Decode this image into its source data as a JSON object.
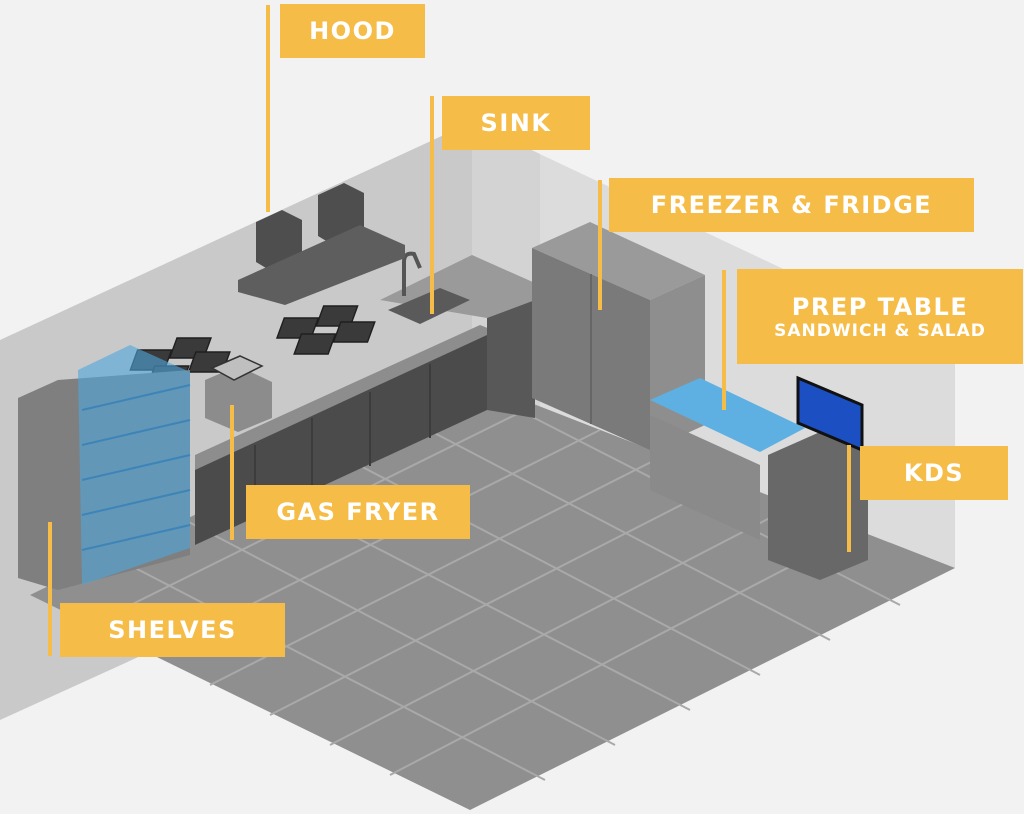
{
  "labels": {
    "hood": "HOOD",
    "sink": "SINK",
    "freezer": "FREEZER & FRIDGE",
    "prep": "PREP TABLE",
    "prep_sub": "SANDWICH & SALAD",
    "kds": "KDS",
    "gas_fryer": "GAS FRYER",
    "shelves": "SHELVES"
  },
  "colors": {
    "label_bg": "#f6bc48",
    "label_text": "#ffffff",
    "leader_line": "#f6bc48",
    "floor": "#8f8f8f",
    "floor_grid": "#a6a6a6",
    "wall_left": "#c4c4c4",
    "wall_back": "#d9d9d9",
    "cabinet": "#4a4a4a",
    "counter": "#8a8a8a",
    "appliance": "#7b7b7b",
    "glass": "#4ea6dc",
    "screen": "#1b4ec0"
  }
}
